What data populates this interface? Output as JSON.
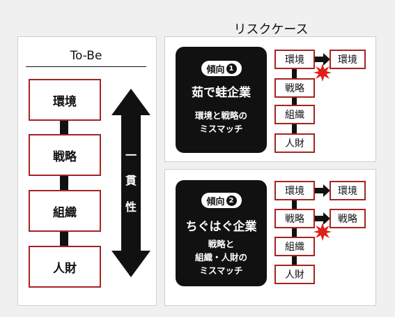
{
  "risk_case_heading": "リスクケース",
  "tobe": {
    "heading": "To-Be",
    "steps": [
      "環境",
      "戦略",
      "組織",
      "人財"
    ],
    "consistency_chars": [
      "一",
      "貫",
      "性"
    ]
  },
  "tendency1": {
    "label": "傾向",
    "num": "1",
    "title": "茹で蛙企業",
    "desc_lines": [
      "環境と戦略の",
      "ミスマッチ"
    ],
    "stack": [
      "環境",
      "戦略",
      "組織",
      "人財"
    ],
    "target": "環境"
  },
  "tendency2": {
    "label": "傾向",
    "num": "2",
    "title": "ちぐはぐ企業",
    "desc_lines": [
      "戦略と",
      "組織・人財の",
      "ミスマッチ"
    ],
    "stack": [
      "環境",
      "戦略",
      "組織",
      "人財"
    ],
    "targets": [
      "環境",
      "戦略"
    ]
  },
  "colors": {
    "accent_red": "#a52420",
    "burst_red": "#e0201b",
    "black": "#111111",
    "background": "#f0f0f0"
  }
}
